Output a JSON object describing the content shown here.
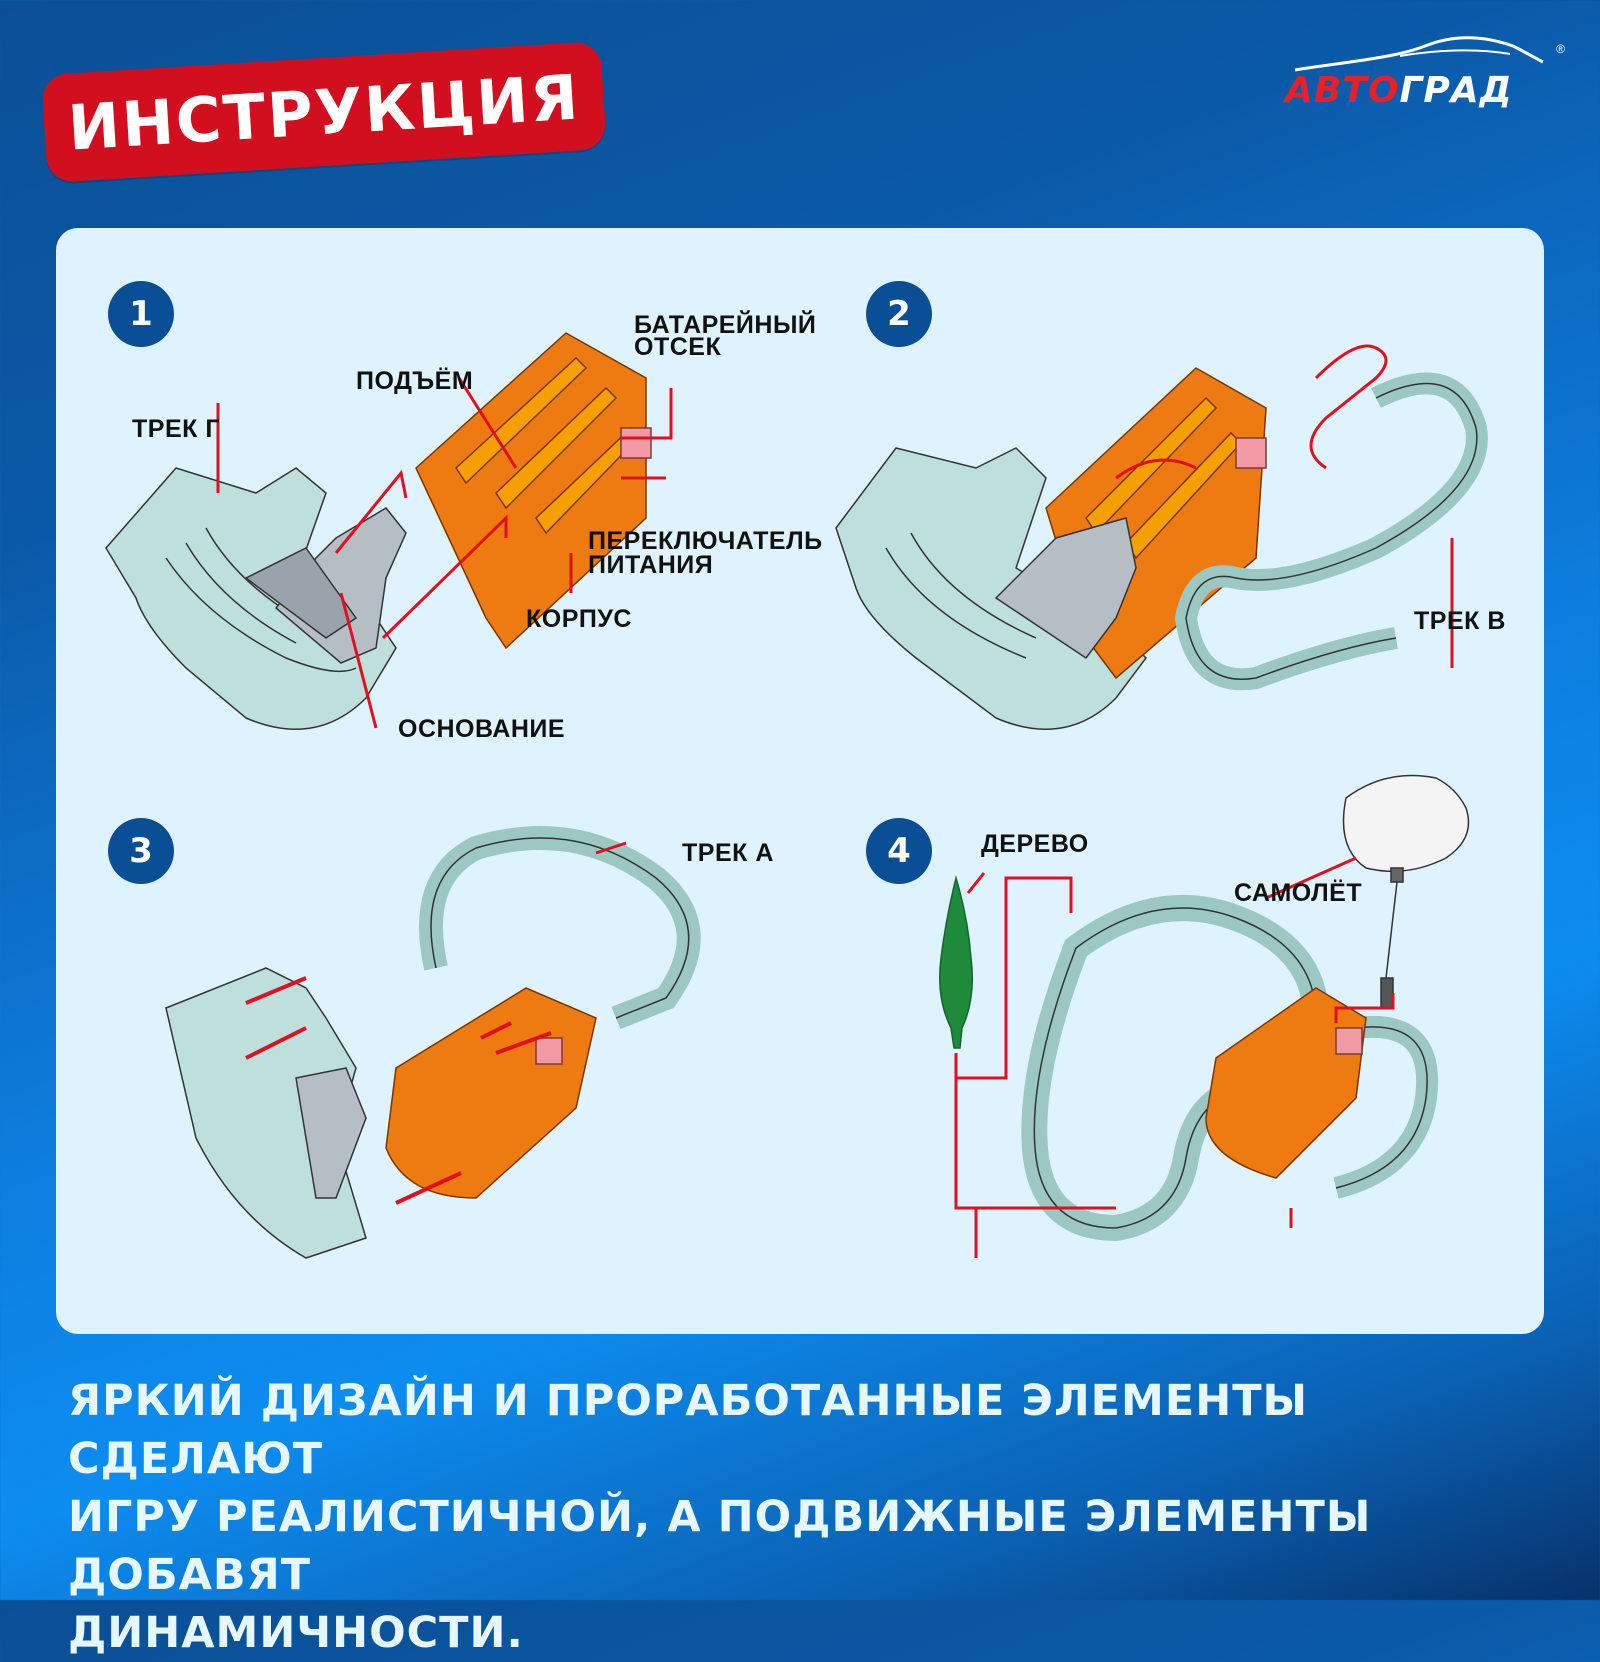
{
  "header": {
    "title": "ИНСТРУКЦИЯ",
    "logo": {
      "part1": "АВТО",
      "part2": "ГРАД",
      "registered": "®"
    }
  },
  "colors": {
    "brand_red": "#d20f1f",
    "navy": "#0a4f96",
    "panel": "#def3fd",
    "track": "#bde0dc",
    "orange": "#ee7a12",
    "arrow_red": "#e01020"
  },
  "steps": [
    {
      "number": "1",
      "labels": {
        "track_g": "ТРЕК Г",
        "lift": "ПОДЪЁМ",
        "battery_1": "БАТАРЕЙНЫЙ",
        "battery_2": "ОТСЕК",
        "switch_1": "ПЕРЕКЛЮЧАТЕЛЬ",
        "switch_2": "ПИТАНИЯ",
        "body": "КОРПУС",
        "base": "ОСНОВАНИЕ"
      }
    },
    {
      "number": "2",
      "labels": {
        "track_v": "ТРЕК В"
      }
    },
    {
      "number": "3",
      "labels": {
        "track_a": "ТРЕК А"
      }
    },
    {
      "number": "4",
      "labels": {
        "tree": "ДЕРЕВО",
        "plane": "САМОЛЁТ"
      }
    }
  ],
  "footer": {
    "line1": "ЯРКИЙ ДИЗАЙН И ПРОРАБОТАННЫЕ ЭЛЕМЕНТЫ СДЕЛАЮТ",
    "line2": "ИГРУ РЕАЛИСТИЧНОЙ, А ПОДВИЖНЫЕ ЭЛЕМЕНТЫ ДОБАВЯТ",
    "line3": "ДИНАМИЧНОСТИ."
  }
}
